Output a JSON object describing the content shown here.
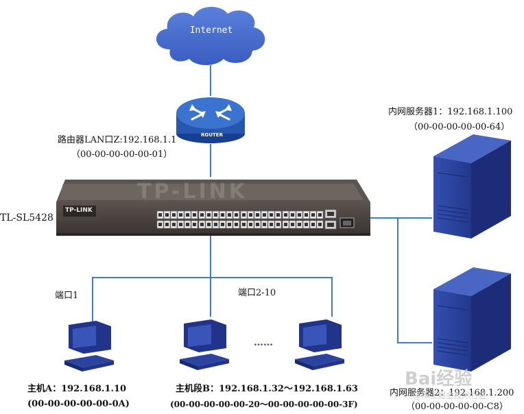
{
  "internet": {
    "label": "Internet"
  },
  "router": {
    "label": "ROUTER",
    "lan_ip_label": "路由器LAN口Z:192.168.1.1",
    "lan_mac": "（00-00-00-00-00-01）"
  },
  "switch": {
    "model_label": "TL-SL5428",
    "brand": "TP-LINK",
    "front_brand": "TP-LINK"
  },
  "servers": [
    {
      "label": "内网服务器1：192.168.1.100",
      "mac": "（00-00-00-00-00-64）"
    },
    {
      "label": "内网服务器2：192.168.1.200",
      "mac": "（00-00-00-00-00-C8）"
    }
  ],
  "ports": {
    "port1": "端口1",
    "port2_10": "端口2-10"
  },
  "hosts": {
    "host_a": {
      "label": "主机A：192.168.1.10",
      "mac": "(00-00-00-00-00-0A)"
    },
    "host_b": {
      "label": "主机段B：192.168.1.32～192.168.1.63",
      "mac": "(00-00-00-00-00-20～00-00-00-00-00-3F)"
    },
    "ellipsis": "……"
  },
  "watermark": {
    "text": "Bai经验",
    "sub": "@稀土掘金技术社区"
  },
  "colors": {
    "cloud": "#4a6fd0",
    "router": "#2b57b5",
    "link": "#3c7bd0",
    "server_front": "#2a3f9a",
    "server_side": "#1c2c74",
    "pc": "#2c43a0",
    "switch_body": "#4a4340"
  }
}
